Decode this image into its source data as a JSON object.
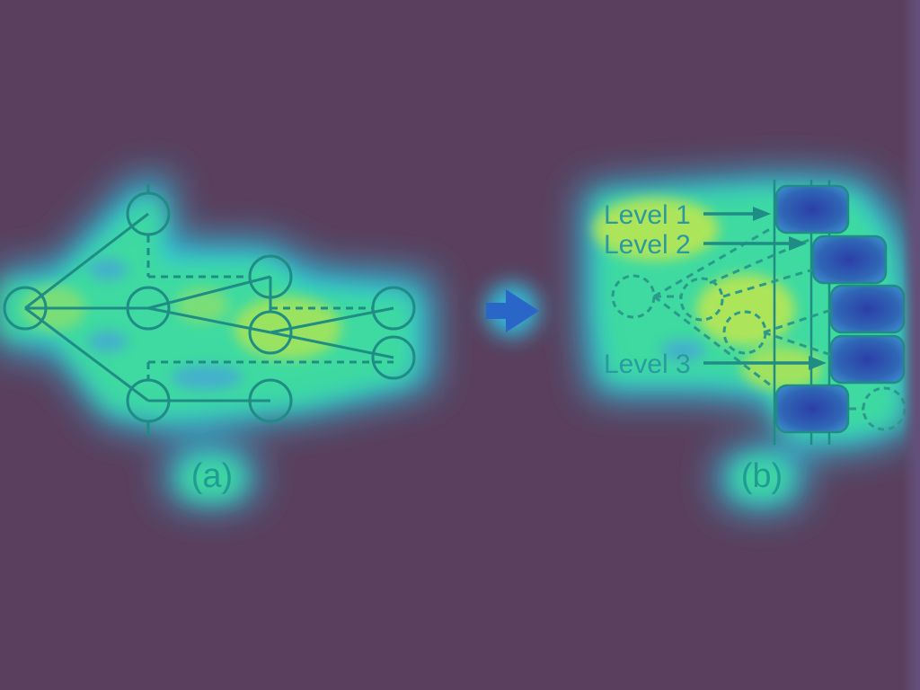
{
  "figure": {
    "panel_a_label": "(a)",
    "panel_b_label": "(b)",
    "levels": [
      "Level 1",
      "Level 2",
      "Level 3"
    ]
  },
  "colors": {
    "background": "#5a3f5e",
    "heat_cyan": "#29d9f2",
    "heat_green": "#3fd98c",
    "heat_yellow": "#c7e84a",
    "stroke": "#1f8c86",
    "block_fill": "#2e62b0",
    "block_center": "#2b46a6",
    "arrow": "#2a66c8"
  },
  "icons": {
    "transform_arrow": "right-arrow-icon"
  }
}
